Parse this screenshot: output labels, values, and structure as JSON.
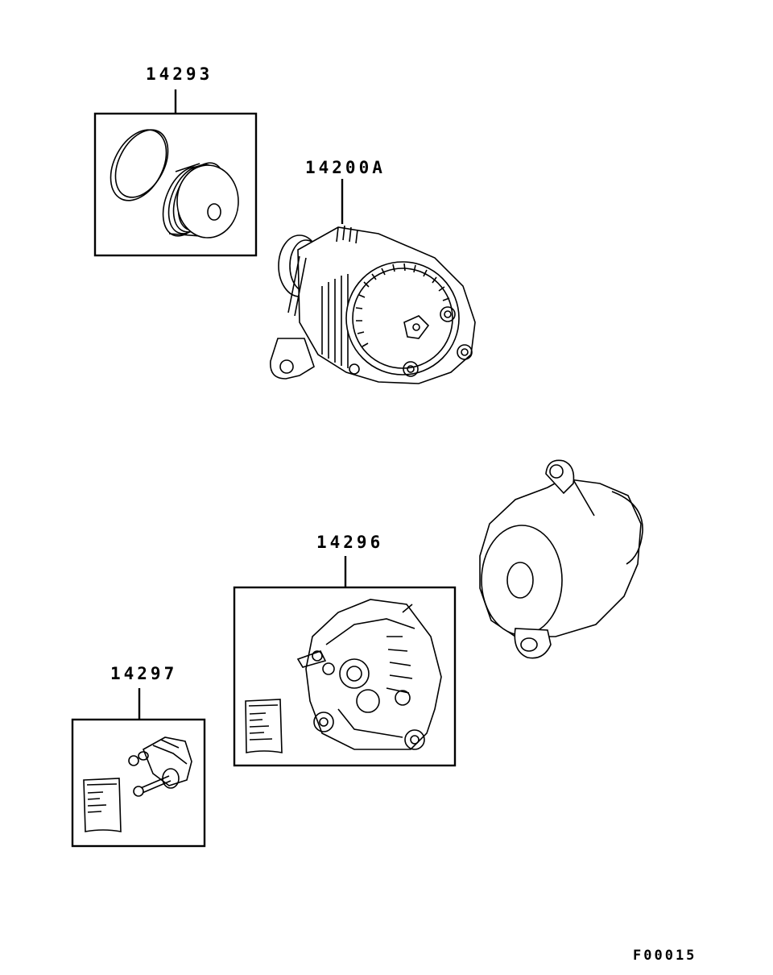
{
  "parts": [
    {
      "id": "pulley_kit",
      "number": "14293"
    },
    {
      "id": "alternator_assembly",
      "number": "14200A"
    },
    {
      "id": "brush_holder_kit",
      "number": "14296"
    },
    {
      "id": "regulator_kit",
      "number": "14297"
    }
  ],
  "figure_code": "F00015"
}
